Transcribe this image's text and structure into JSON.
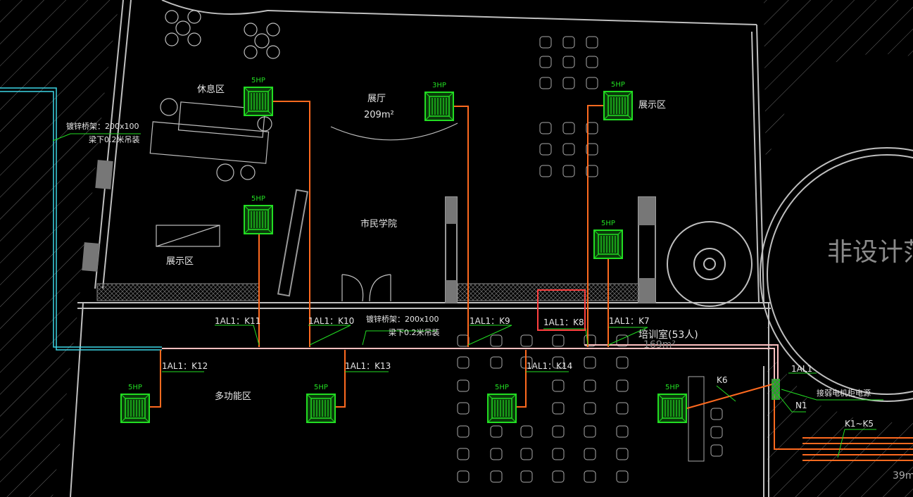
{
  "labels": {
    "rest_area": "休息区",
    "hall_title": "展厅",
    "hall_area": "209m²",
    "display_right": "展示区",
    "display_left": "展示区",
    "civic_academy": "市民学院",
    "multi_function": "多功能区",
    "training_room": "培训室(53人)",
    "training_area": "169m²",
    "non_design": "非设计范",
    "bottom_area": "39m",
    "tray_left_1": "镀锌桥架：200x100",
    "tray_left_2": "梁下0.2米吊装",
    "tray_center_1": "镀锌桥架：200x100",
    "tray_center_2": "梁下0.2米吊装",
    "panel_1al1": "1AL1",
    "n1": "N1",
    "panel_note": "接弱电机柜电源",
    "k1_k5": "K1~K5",
    "k6": "K6"
  },
  "circuits": [
    "1AL1：K11",
    "1AL1：K10",
    "1AL1：K9",
    "1AL1：K8",
    "1AL1：K7",
    "1AL1：K12",
    "1AL1：K13",
    "1AL1：K14"
  ],
  "units": [
    {
      "id": "u1",
      "hp": "5HP"
    },
    {
      "id": "u2",
      "hp": "3HP"
    },
    {
      "id": "u3",
      "hp": "5HP"
    },
    {
      "id": "u4",
      "hp": "5HP"
    },
    {
      "id": "u5",
      "hp": "5HP"
    },
    {
      "id": "u6",
      "hp": "5HP"
    },
    {
      "id": "u7",
      "hp": "5HP"
    },
    {
      "id": "u8",
      "hp": "5HP"
    },
    {
      "id": "u9",
      "hp": "5HP"
    }
  ],
  "colors": {
    "background": "#000000",
    "wall": "#bfbfbf",
    "unit": "#22dd22",
    "wire": "#ff6a1f",
    "tray": "#ffc0c0",
    "cyan": "#3cd6e6",
    "highlight": "#ff4040",
    "text": "#e6e6e6"
  }
}
